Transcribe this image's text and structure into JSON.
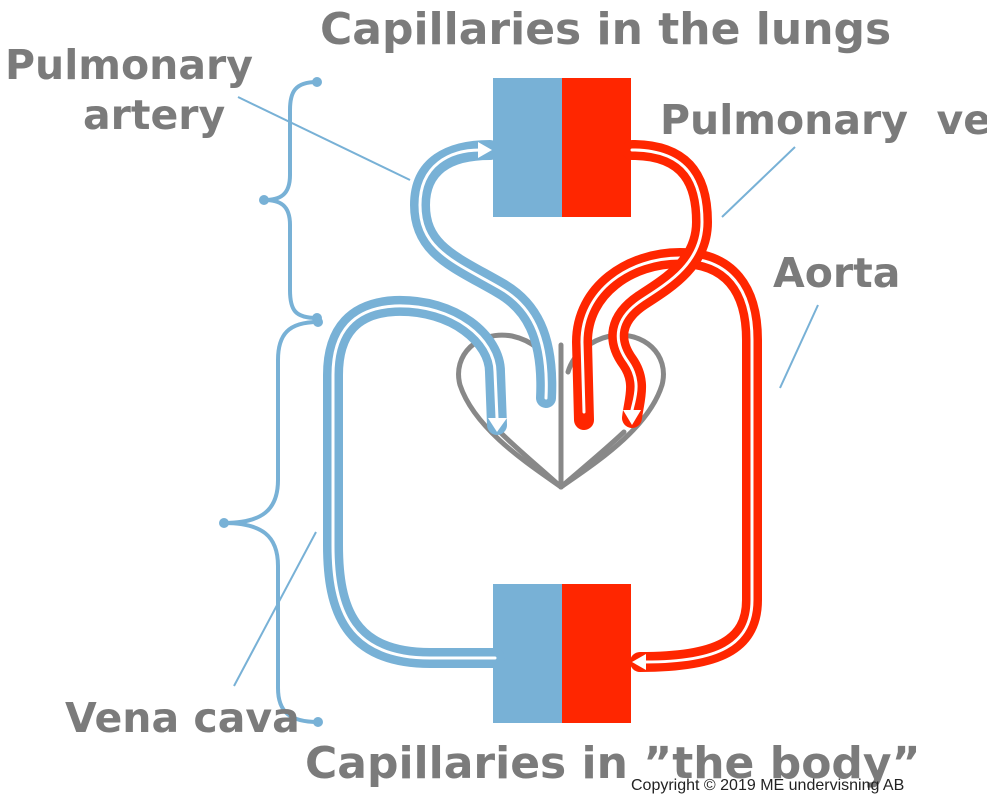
{
  "labels": {
    "capillaries_lungs": "Capillaries in the lungs",
    "capillaries_body": "Capillaries in ”the body”",
    "pulmonary_artery_line1": "Pulmonary",
    "pulmonary_artery_line2": "artery",
    "pulmonary_vein": "Pulmonary  vein",
    "aorta": "Aorta",
    "vena_cava": "Vena cava"
  },
  "copyright": "Copyright © 2019 ME undervisning AB",
  "colors": {
    "deoxygenated": "#78b1d6",
    "oxygenated": "#ff2600",
    "heart_outline": "#888888",
    "label_text": "#7b7b7b"
  }
}
